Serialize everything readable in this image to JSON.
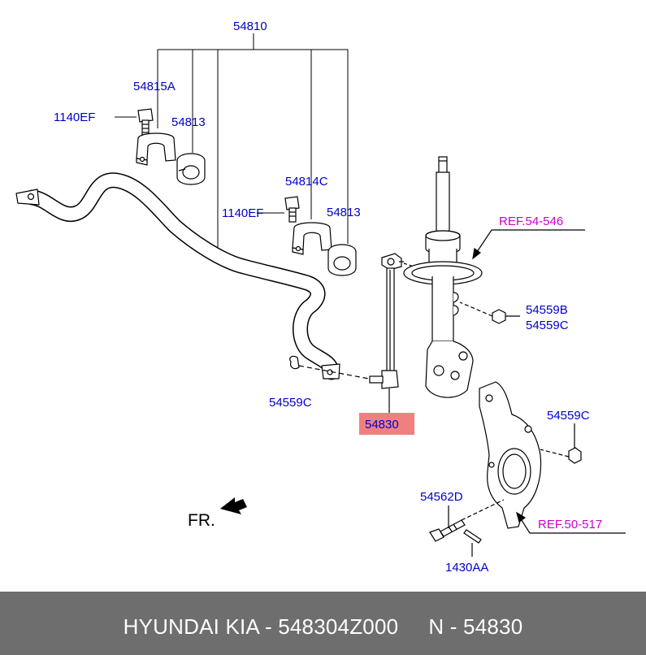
{
  "labels": {
    "p54810": "54810",
    "p54815A": "54815A",
    "p1140EF_a": "1140EF",
    "p54813_a": "54813",
    "p54814C": "54814C",
    "p1140EF_b": "1140EF",
    "p54813_b": "54813",
    "ref54546": "REF.54-546",
    "p54559B": "54559B",
    "p54559C_a": "54559C",
    "p54559C_b": "54559C",
    "p54830": "54830",
    "p54559C_c": "54559C",
    "p54562D": "54562D",
    "ref50517": "REF.50-517",
    "p1430AA": "1430AA",
    "fr": "FR."
  },
  "colors": {
    "part_label": "#0000cc",
    "ref_label": "#cc00cc",
    "highlight_fill": "#f08080",
    "lines": "#000000",
    "footer_bg": "#6e6e6e",
    "footer_text": "#ffffff"
  },
  "footer": {
    "text": "HYUNDAI KIA - 548304Z000     N - 54830"
  }
}
